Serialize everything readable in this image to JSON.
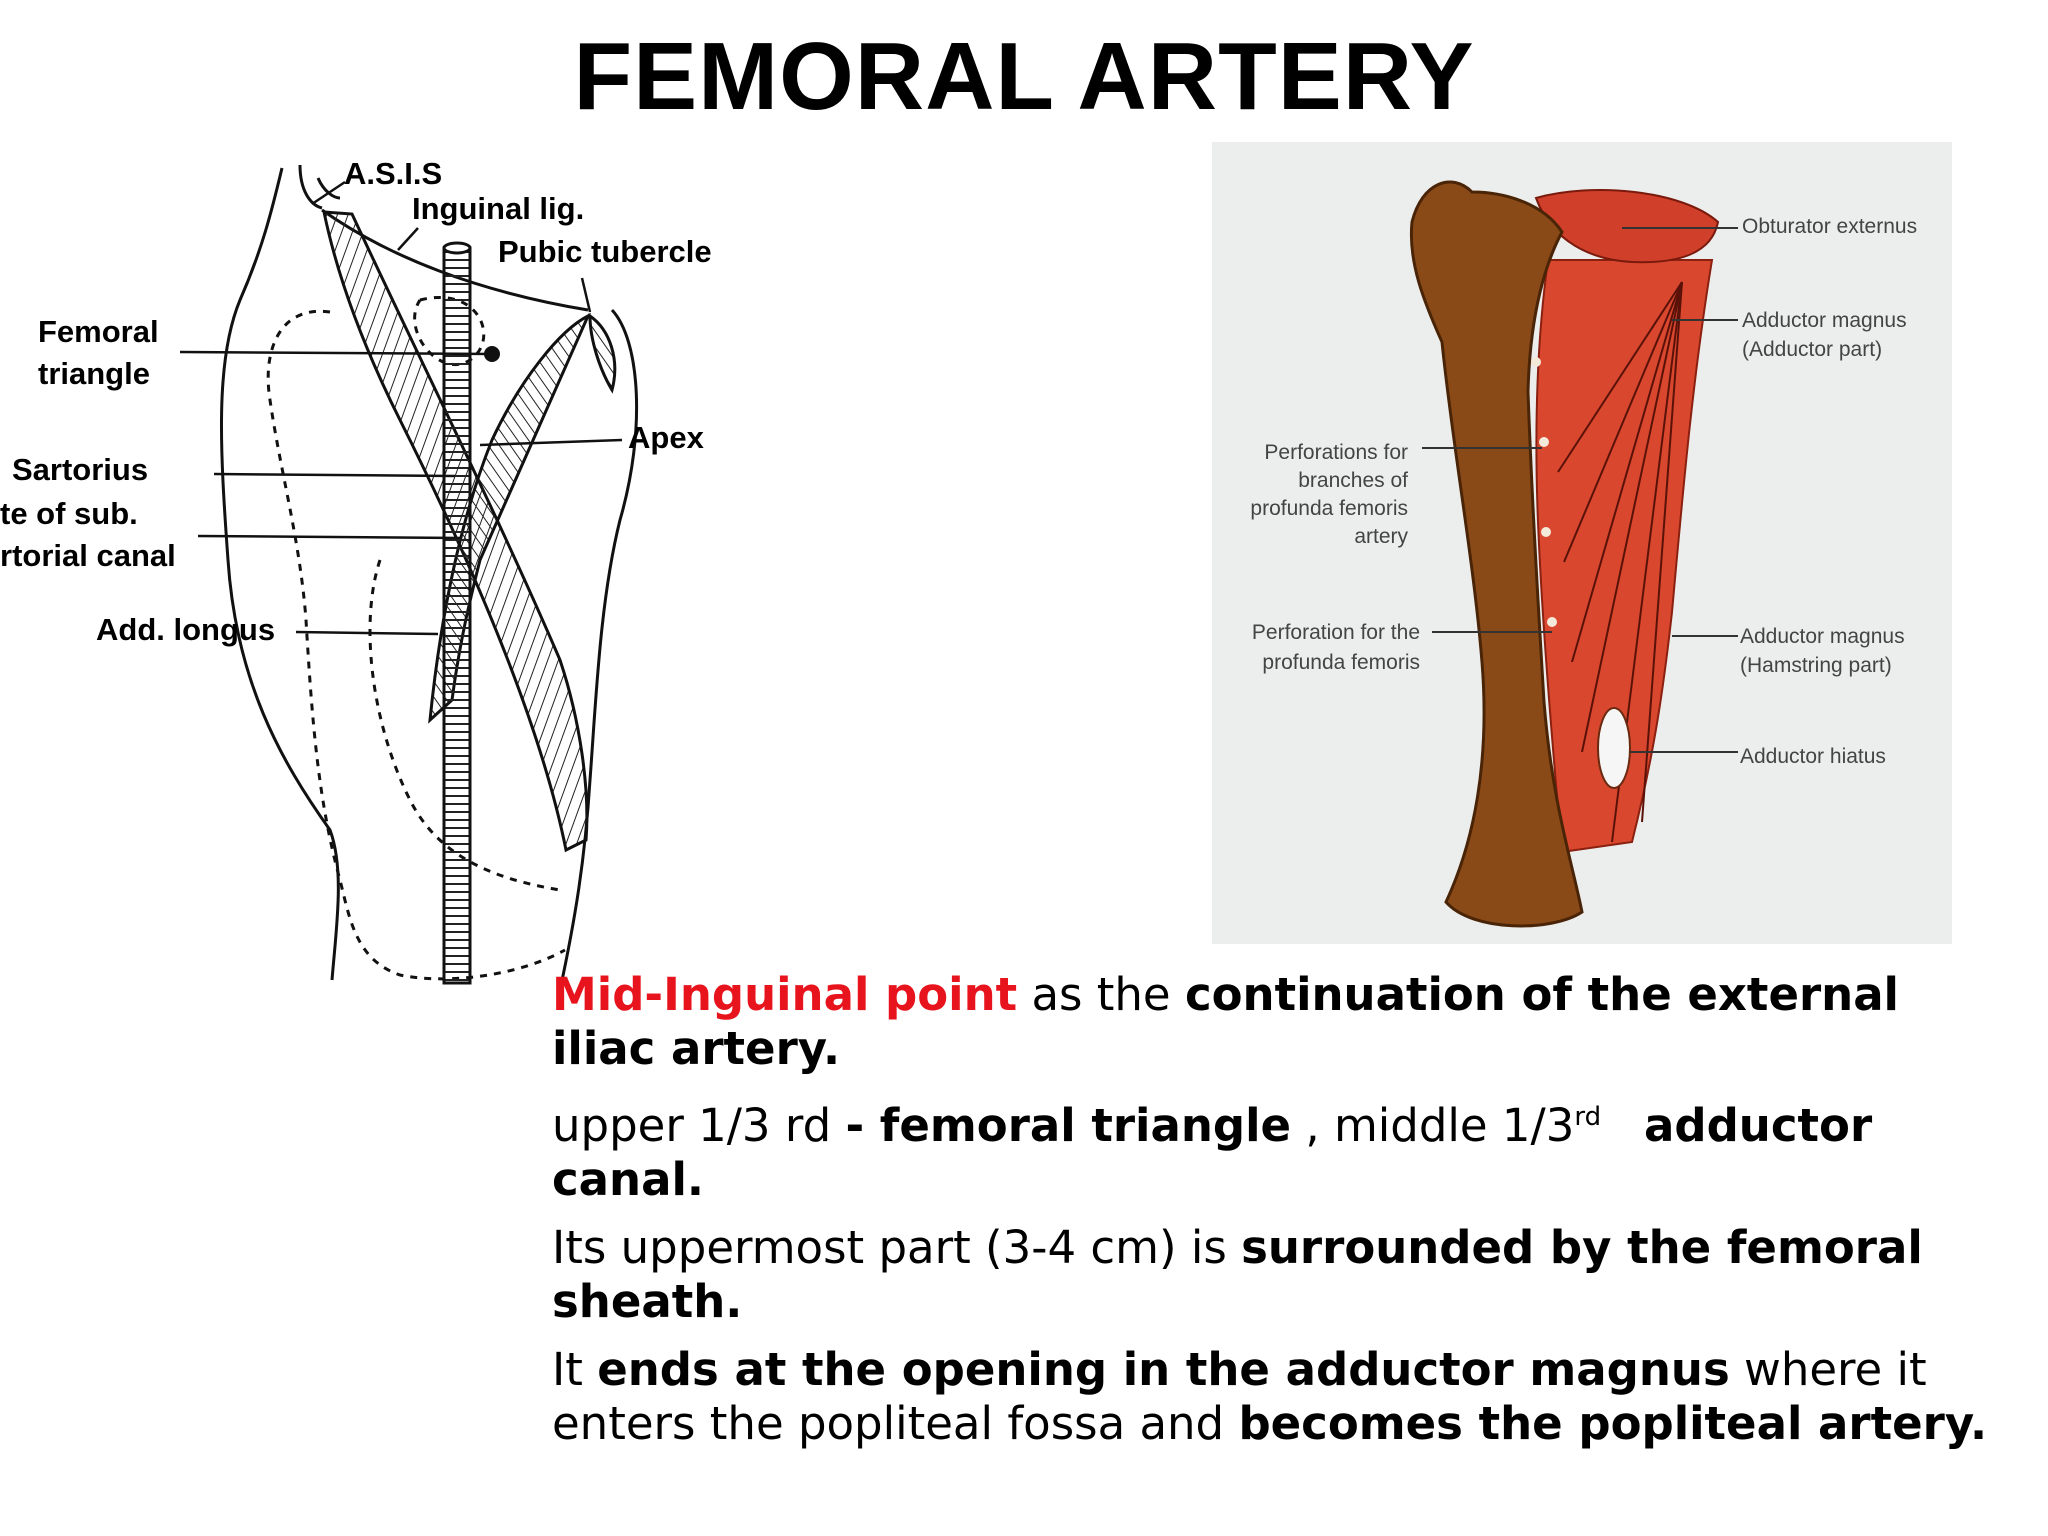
{
  "title": "FEMORAL ARTERY",
  "left_diagram": {
    "labels": {
      "asis": "A.S.I.S",
      "inguinal_lig": "Inguinal lig.",
      "pubic_tubercle": "Pubic tubercle",
      "femoral_triangle_1": "Femoral",
      "femoral_triangle_2": "triangle",
      "apex": "Apex",
      "sartorius": "Sartorius",
      "site_of_sub": "te of sub.",
      "sartorial_canal": "rtorial canal",
      "add_longus": "Add. longus"
    }
  },
  "right_photo": {
    "labels": {
      "obturator": "Obturator externus",
      "adductor_magnus_1": "Adductor magnus",
      "adductor_part": "(Adductor part)",
      "perforations_1": "Perforations for",
      "perforations_2": "branches of",
      "perforations_3": "profunda femoris",
      "perforations_4": "artery",
      "perforation_profunda_1": "Perforation for the",
      "perforation_profunda_2": "profunda femoris",
      "adductor_magnus_2": "Adductor magnus",
      "hamstring_part": "(Hamstring part)",
      "adductor_hiatus": "Adductor hiatus"
    }
  },
  "text": {
    "p1_red": "Mid-Inguinal point",
    "p1_a": " as the ",
    "p1_b": "continuation of the external iliac artery.",
    "p2_a": " upper 1/3 rd ",
    "p2_b": "- femoral triangle",
    "p2_c": " , middle 1/3",
    "p2_sup": "rd",
    "p2_d": "   ",
    "p2_e": "adductor canal.",
    "p3_a": "Its uppermost part (3-4 cm) is ",
    "p3_b": "surrounded by the femoral sheath.",
    "p4_a": "It ",
    "p4_b": "ends at the opening in the adductor magnus",
    "p4_c": " where it enters the popliteal fossa and ",
    "p4_d": "becomes the popliteal artery."
  }
}
